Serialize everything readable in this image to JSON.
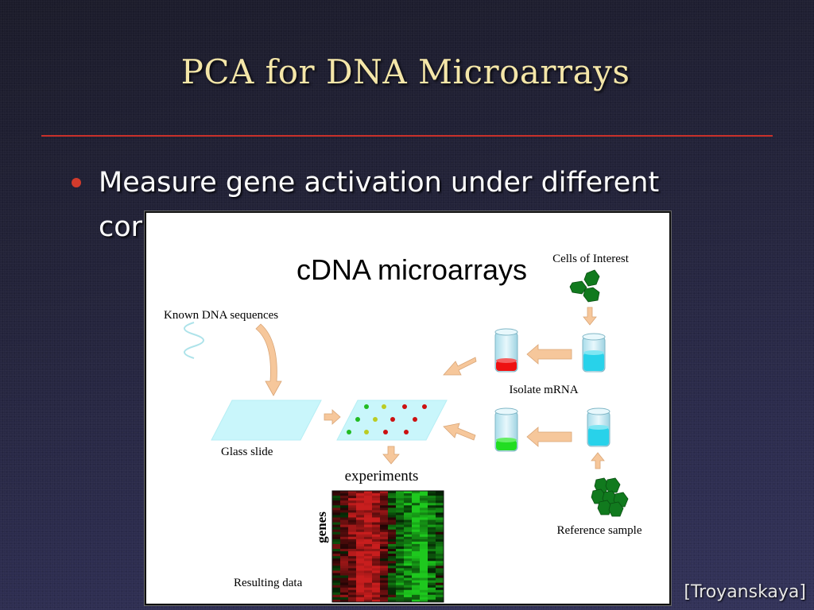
{
  "slide": {
    "title": "PCA for DNA Microarrays",
    "bullet_line1": "Measure gene activation under different",
    "bullet_line2": "cor",
    "credit": "[Troyanskaya]"
  },
  "figure": {
    "heading": "cDNA microarrays",
    "cells_of_interest": "Cells of Interest",
    "known_dna": "Known DNA sequences",
    "isolate_mrna": "Isolate mRNA",
    "glass_slide": "Glass slide",
    "experiments": "experiments",
    "genes": "genes",
    "reference_sample": "Reference sample",
    "resulting_data": "Resulting data"
  },
  "colors": {
    "title": "#f4e6a8",
    "rule": "#c8302a",
    "arrow": "#f6c79b",
    "slide_fill": "#c9f6fb",
    "tube_liquid": "#28d2ea",
    "red_dye": "#ee1111",
    "green_dye": "#22dd22",
    "cells": "#117a1e"
  }
}
